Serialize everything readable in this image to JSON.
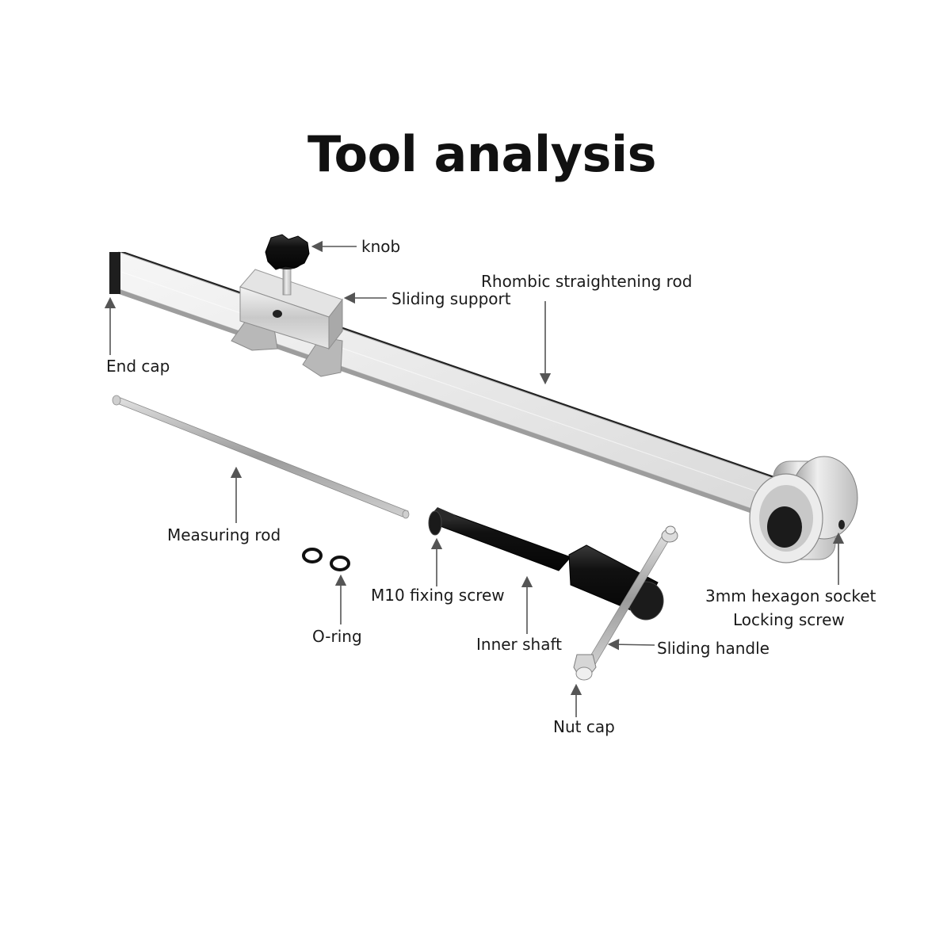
{
  "title": "Tool analysis",
  "labels": {
    "knob": "knob",
    "sliding_support": "Sliding support",
    "rhombic_rod": "Rhombic straightening rod",
    "end_cap": "End cap",
    "measuring_rod": "Measuring rod",
    "o_ring": "O-ring",
    "m10_screw": "M10 fixing screw",
    "inner_shaft": "Inner shaft",
    "sliding_handle": "Sliding handle",
    "nut_cap": "Nut cap",
    "hex_socket_line1": "3mm hexagon socket",
    "hex_socket_line2": "Locking screw"
  },
  "colors": {
    "metal": "#d4d4d4",
    "dark_metal": "#141414",
    "text": "#1a1a1a"
  }
}
